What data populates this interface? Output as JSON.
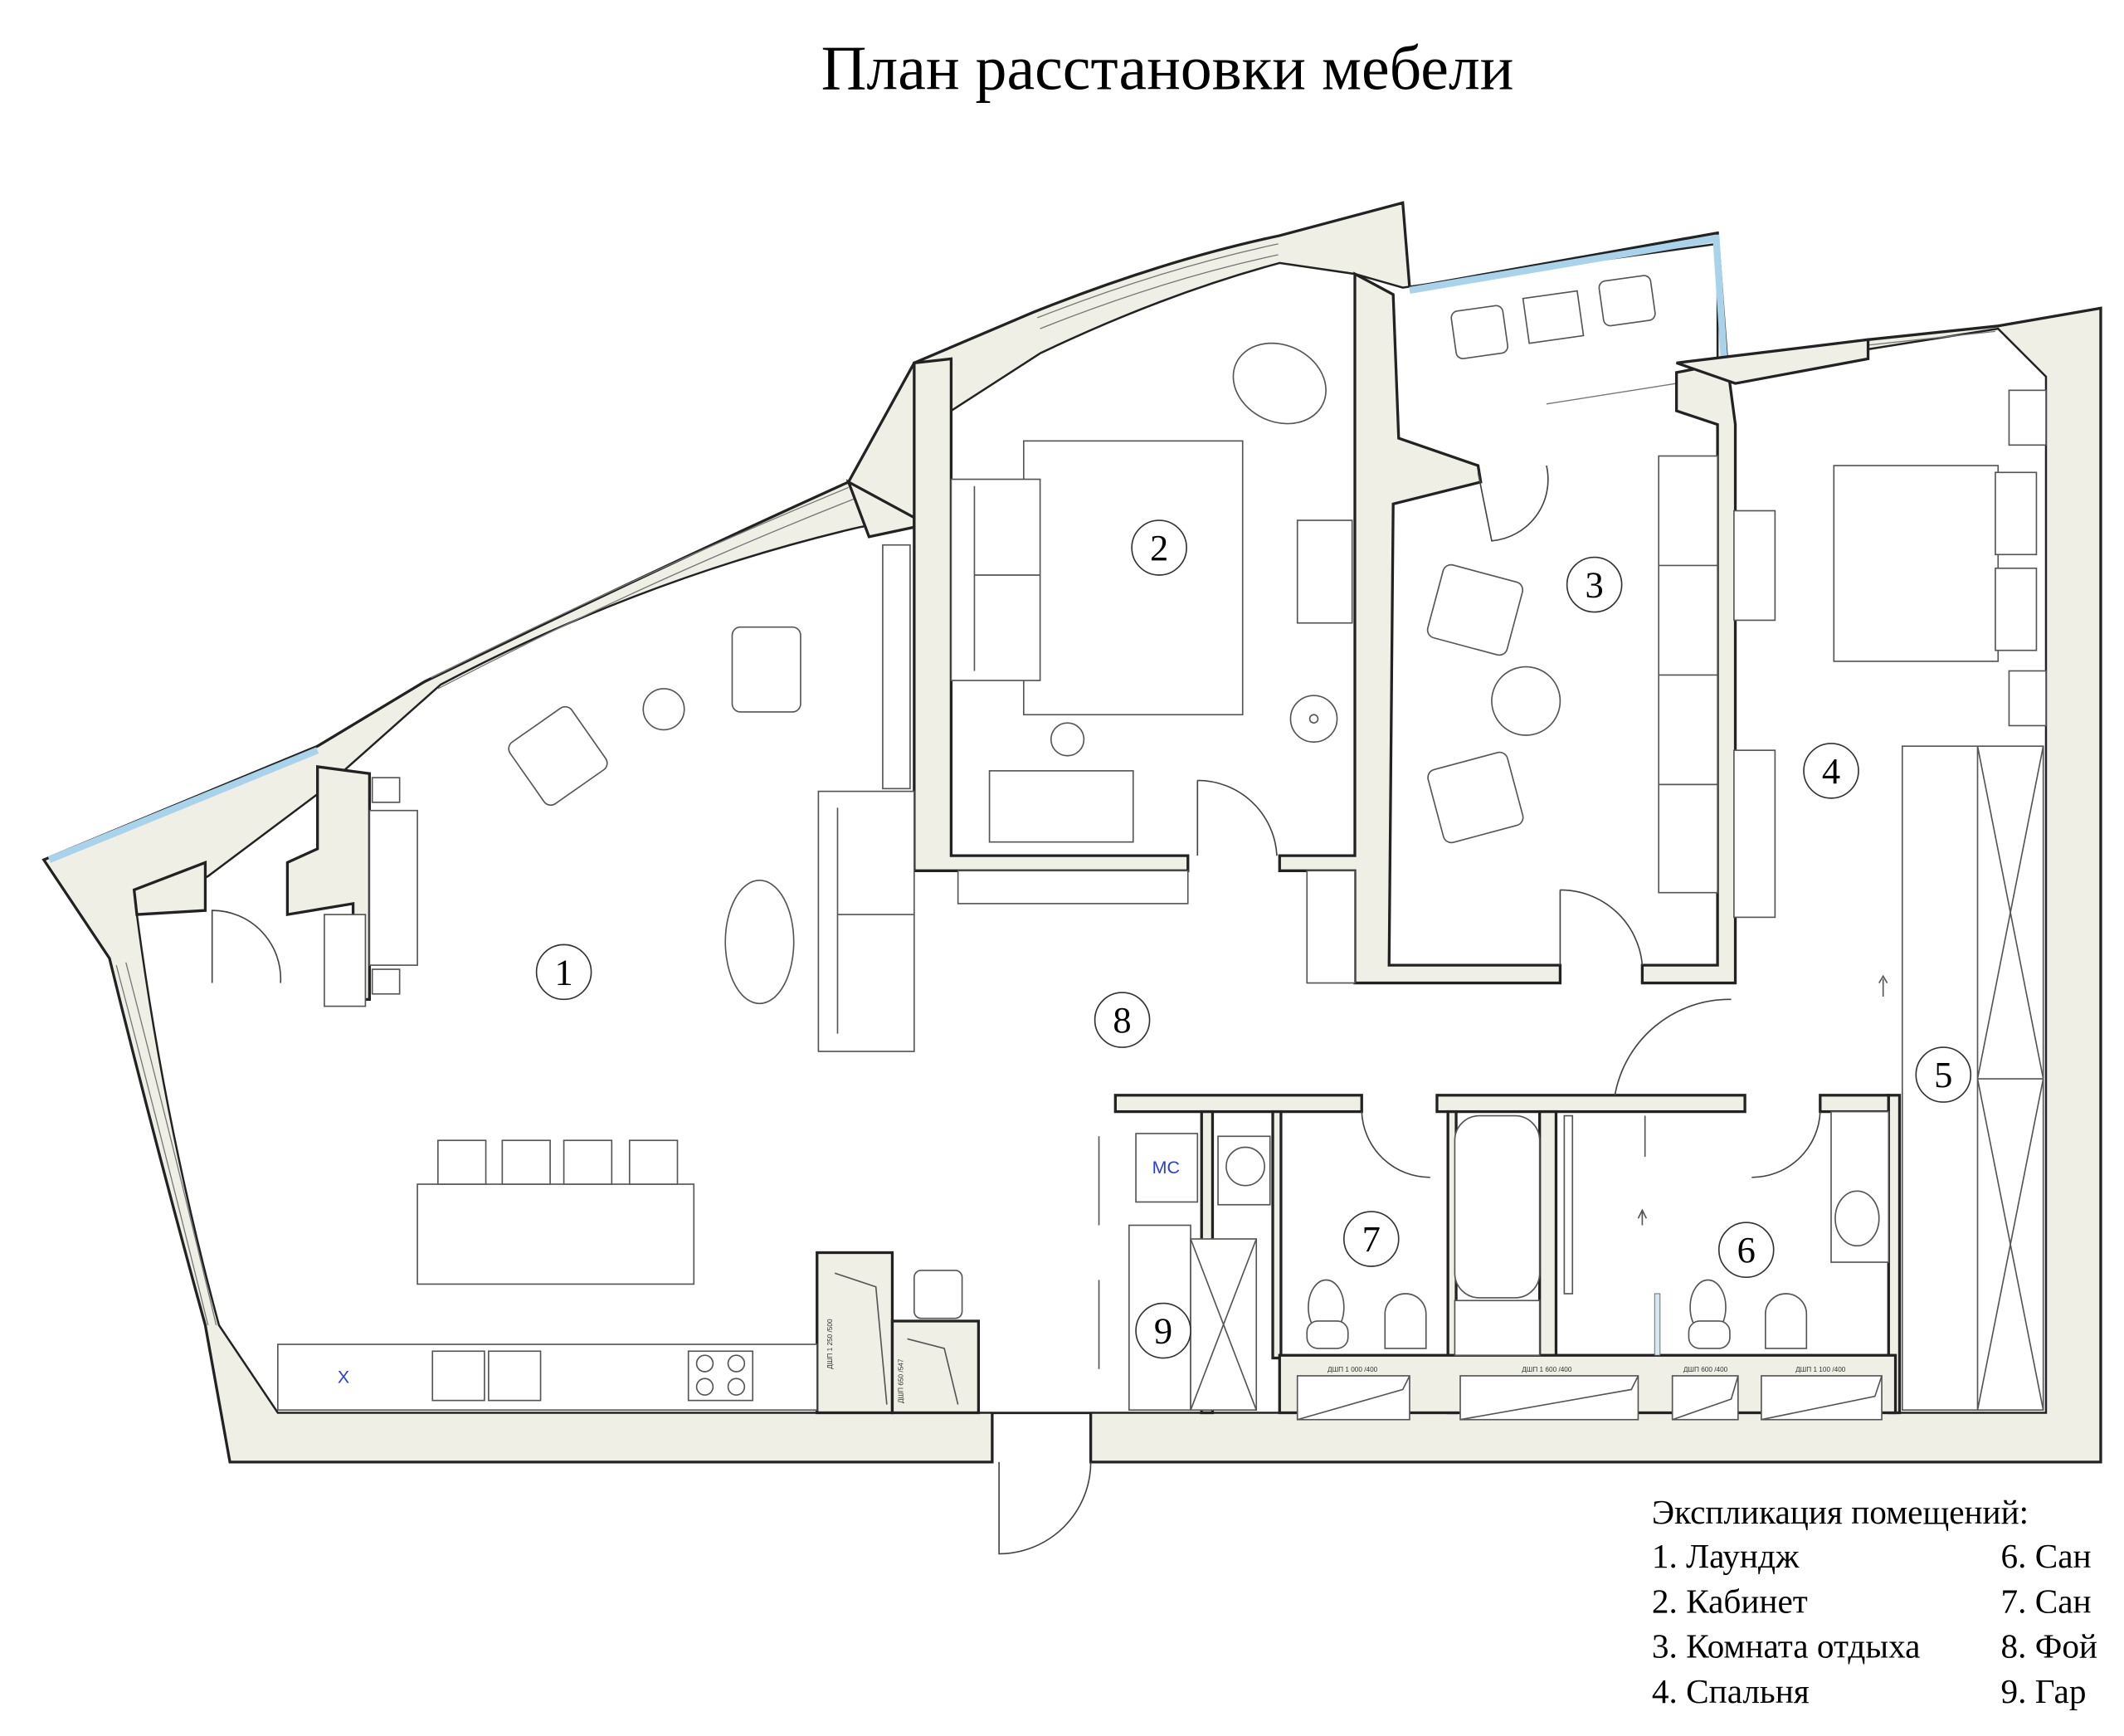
{
  "title": "План расстановки мебели",
  "rooms": [
    {
      "number": "1"
    },
    {
      "number": "2"
    },
    {
      "number": "3"
    },
    {
      "number": "4"
    },
    {
      "number": "5"
    },
    {
      "number": "6"
    },
    {
      "number": "7"
    },
    {
      "number": "8"
    },
    {
      "number": "9"
    }
  ],
  "labels": {
    "washer": "МС",
    "sink_mark": "X",
    "dshp_1": "ДШП 1 000 /400",
    "dshp_2": "ДШП 1 600 /400",
    "dshp_3": "ДШП 600 /400",
    "dshp_4": "ДШП 1 100 /400",
    "dshp_5": "ДШП 1 250 /500",
    "dshp_6": "ДШП 650 /547"
  },
  "legend": {
    "heading": "Экспликация помещений:",
    "items": [
      "1. Лаундж",
      "2. Кабинет",
      "3. Комната отдыха",
      "4. Спальня",
      "6. Сан",
      "7. Сан",
      "8. Фой",
      "9. Гар"
    ]
  },
  "colors": {
    "wall": "#efefe6",
    "glazing": "#a9d3ea",
    "marker": "#2a3fd0"
  }
}
